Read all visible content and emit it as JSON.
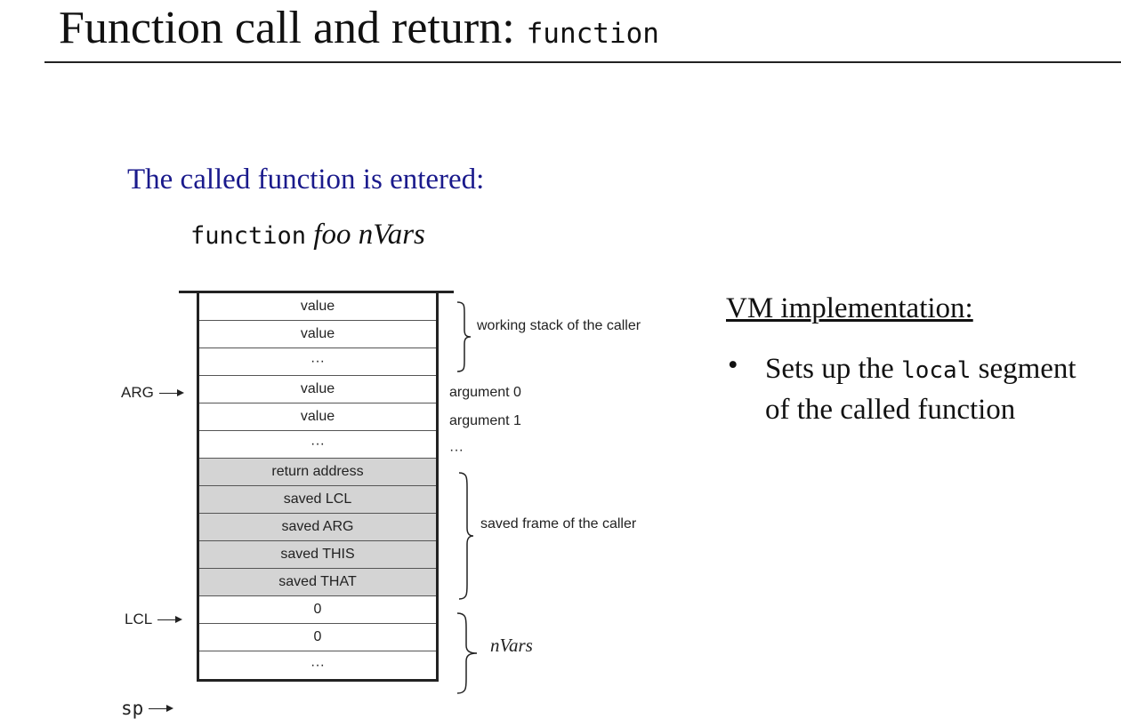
{
  "title": {
    "text": "Function call and return: ",
    "code": "function"
  },
  "subtitle": "The called function is entered:",
  "command": {
    "keyword": "function",
    "name": "foo nVars"
  },
  "stack": {
    "cells": [
      {
        "label": "value",
        "shaded": false
      },
      {
        "label": "value",
        "shaded": false
      },
      {
        "label": "···",
        "shaded": false
      },
      {
        "label": "value",
        "shaded": false
      },
      {
        "label": "value",
        "shaded": false
      },
      {
        "label": "···",
        "shaded": false
      },
      {
        "label": "return address",
        "shaded": true
      },
      {
        "label": "saved LCL",
        "shaded": true
      },
      {
        "label": "saved ARG",
        "shaded": true
      },
      {
        "label": "saved THIS",
        "shaded": true
      },
      {
        "label": "saved THAT",
        "shaded": true
      },
      {
        "label": "0",
        "shaded": false
      },
      {
        "label": "0",
        "shaded": false
      },
      {
        "label": "···",
        "shaded": false
      }
    ]
  },
  "pointers": {
    "arg": "ARG",
    "lcl": "LCL",
    "sp": "sp"
  },
  "annotations": {
    "working_stack": "working stack of the caller",
    "argument_0": "argument 0",
    "argument_1": "argument 1",
    "argument_more": "···",
    "saved_frame": "saved frame of the caller",
    "nvars": "nVars"
  },
  "vm_implementation": {
    "heading": "VM implementation:",
    "bullet_marker": "•",
    "bullet_part1": "Sets up the ",
    "bullet_code": "local",
    "bullet_part2": " segment",
    "bullet_line2": "of the called function"
  },
  "colors": {
    "subtitle": "#1a1a8c",
    "shaded_cell": "#d4d4d4"
  }
}
